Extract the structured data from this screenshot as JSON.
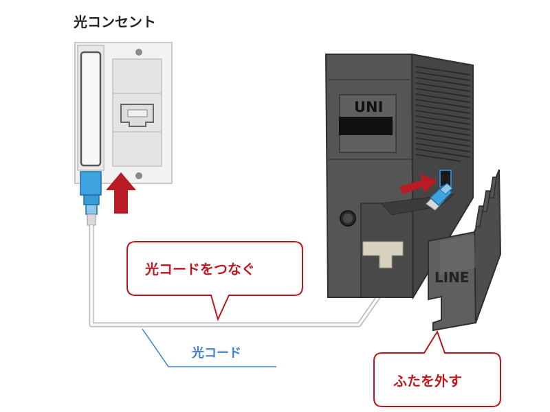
{
  "outlet": {
    "title": "光コンセント"
  },
  "router": {
    "uni_label": "UNI",
    "line_label": "LINE"
  },
  "callouts": {
    "connect": "光コードをつなぐ",
    "remove_cover": "ふたを外す"
  },
  "cord": {
    "label": "光コード"
  },
  "colors": {
    "callout_border": "#b8141a",
    "callout_text": "#c0181e",
    "arrow": "#b81c22",
    "cord_label": "#3b7fd6",
    "connector": "#3fa3e0",
    "device_body": "#555555",
    "cover": "#5d5d5d"
  },
  "icons": {
    "arrow_outlet": "up-arrow-icon",
    "arrow_router": "right-arrow-icon"
  }
}
